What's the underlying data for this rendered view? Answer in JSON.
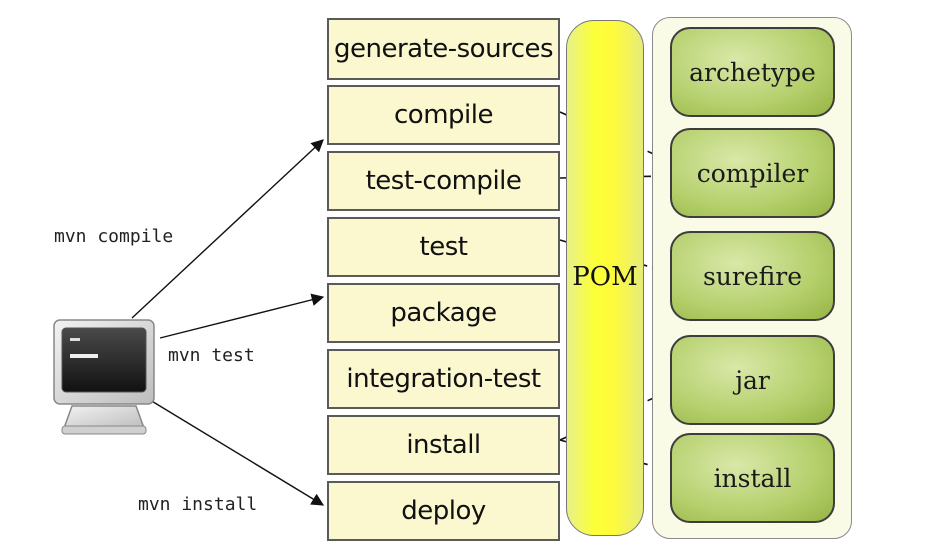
{
  "lifecycle": {
    "phases": [
      "generate-sources",
      "compile",
      "test-compile",
      "test",
      "package",
      "integration-test",
      "install",
      "deploy"
    ]
  },
  "pom": {
    "label": "POM"
  },
  "plugins": [
    "archetype",
    "compiler",
    "surefire",
    "jar",
    "install"
  ],
  "commands": {
    "compile": "mvn compile",
    "test": "mvn test",
    "install": "mvn install"
  },
  "colors": {
    "phase_fill": "#fbf8cf",
    "pom_fill": "#fbff3a",
    "plugin_fill": "#b4cf6b"
  },
  "icons": {
    "terminal": "computer-terminal-icon"
  }
}
